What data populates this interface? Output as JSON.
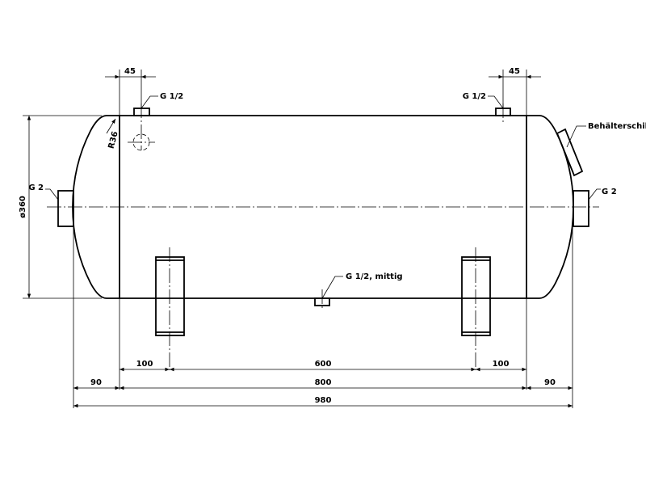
{
  "labels": {
    "top_left_dim": "45",
    "top_right_dim": "45",
    "top_left_fitting": "G 1/2",
    "top_right_fitting": "G 1/2",
    "radius": "R36",
    "diameter": "ø360",
    "left_fitting": "G 2",
    "right_fitting": "G 2",
    "nameplate": "Behälterschild",
    "bottom_fitting": "G 1/2, mittig"
  },
  "dimensions": {
    "foot_left": "100",
    "between_feet": "600",
    "foot_right": "100",
    "end_left": "90",
    "shell": "800",
    "end_right": "90",
    "overall": "980"
  }
}
